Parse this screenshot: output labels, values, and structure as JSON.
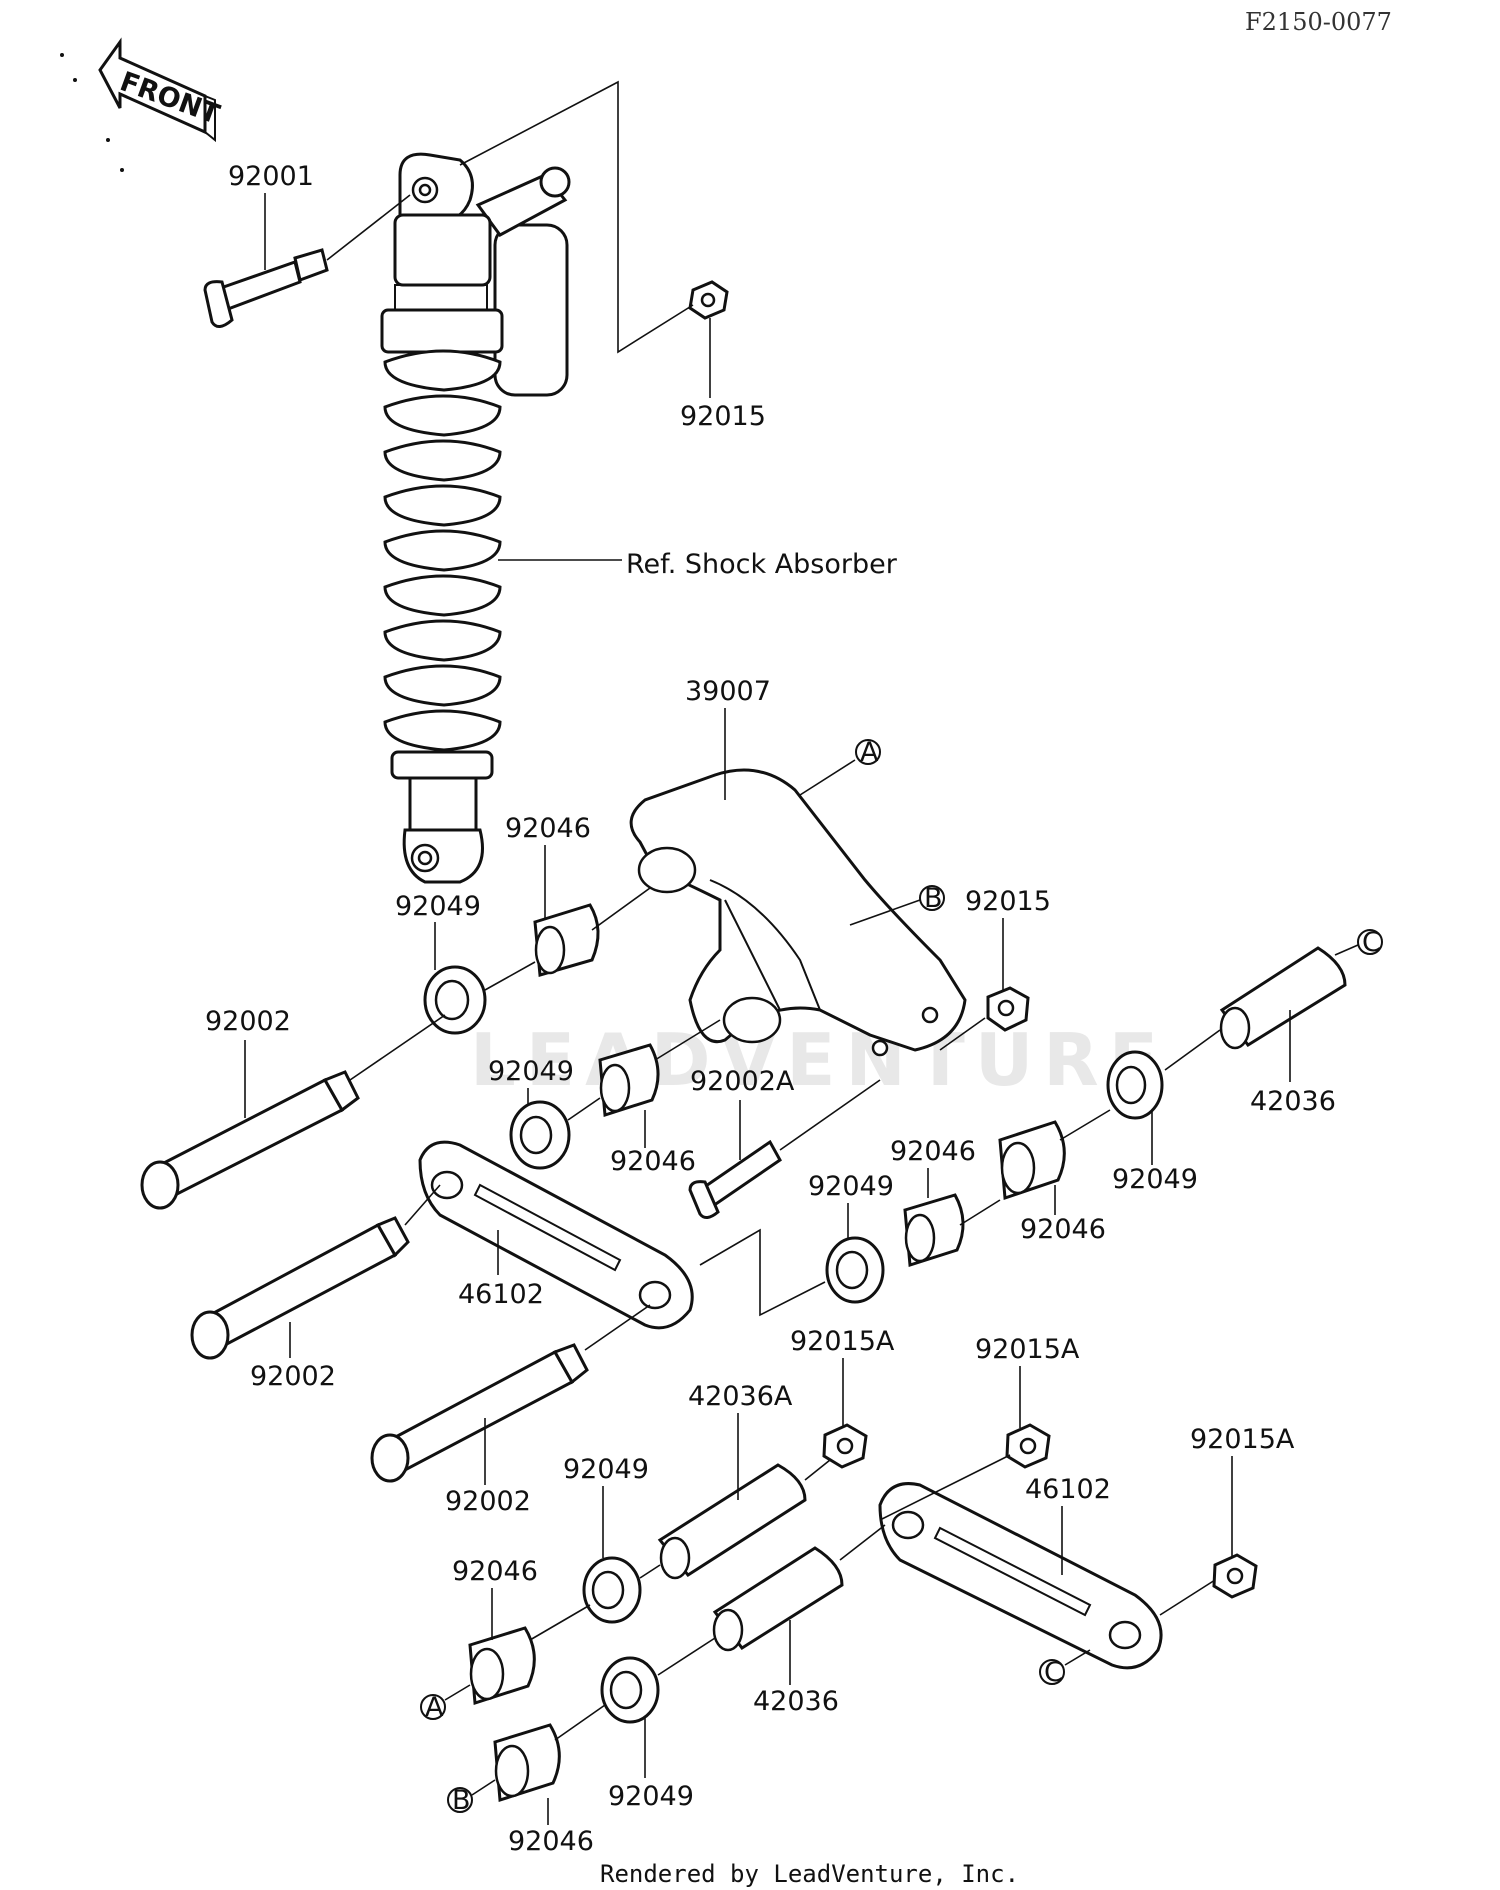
{
  "header": {
    "doc_id": "F2150-0077"
  },
  "front_arrow": {
    "label": "FRONT"
  },
  "watermark": {
    "text": "LEADVENTURE"
  },
  "footer": {
    "credit": "Rendered by LeadVenture, Inc."
  },
  "reference": {
    "shock_absorber": "Ref. Shock Absorber"
  },
  "callouts": {
    "a": "A",
    "b": "B",
    "c": "C"
  },
  "part_labels": {
    "bolt_92001": "92001",
    "nut_92015_top": "92015",
    "arm_39007": "39007",
    "collar_92046_a": "92046",
    "seal_92049_a": "92049",
    "nut_92015_mid": "92015",
    "pin_92002_a": "92002",
    "seal_92049_b": "92049",
    "collar_92046_b": "92046",
    "bolt_92002A": "92002A",
    "collar_92046_c": "92046",
    "seal_92049_c": "92049",
    "collar_92046_d": "92046",
    "seal_92049_d": "92049",
    "sleeve_42036_a": "42036",
    "rod_46102_a": "46102",
    "pin_92002_b": "92002",
    "nut_92015A_a": "92015A",
    "nut_92015A_b": "92015A",
    "sleeve_42036A": "42036A",
    "pin_92002_c": "92002",
    "seal_92049_e": "92049",
    "rod_46102_b": "46102",
    "nut_92015A_c": "92015A",
    "collar_92046_e": "92046",
    "sleeve_42036_b": "42036",
    "seal_92049_f": "92049",
    "collar_92046_f": "92046"
  }
}
